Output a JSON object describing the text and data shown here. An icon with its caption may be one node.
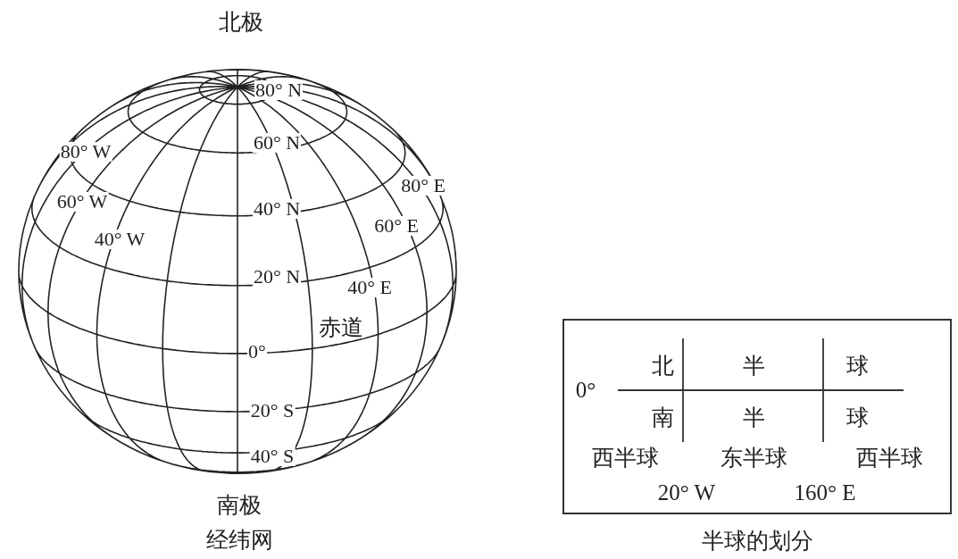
{
  "diagram": {
    "nodes": [
      {
        "text": [
          "0°",
          "北",
          "半",
          "球",
          "南",
          "半",
          "球",
          "西半球",
          "东半球",
          "西半球",
          "20° W",
          "160° E"
        ]
      }
    ],
    "labels": [
      "北极",
      "80° N",
      "80° W",
      "60° N",
      "80° E",
      "60° W",
      "40° N",
      "60° E",
      "40° W",
      "20° N",
      "40° E",
      "赤道",
      "0°",
      "20° S",
      "40° S",
      "南极",
      "经纬网",
      "半球的划分"
    ]
  }
}
